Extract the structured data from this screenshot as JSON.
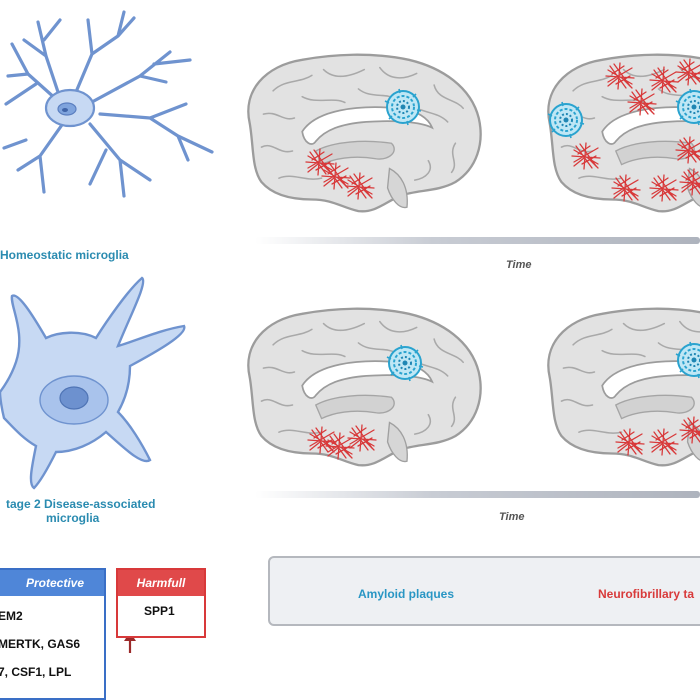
{
  "panels": {
    "top": {
      "cell_label": "Homeostatic microglia",
      "time_label": "Time"
    },
    "bottom": {
      "cell_label_line1": "tage 2 Disease-associated",
      "cell_label_line2": "microglia",
      "time_label": "Time"
    }
  },
  "protective": {
    "title": "Protective",
    "items": [
      "EM2",
      "MERTK, GAS6",
      "7, CSF1, LPL"
    ]
  },
  "harmful": {
    "title": "Harmfull",
    "items": [
      "SPP1"
    ]
  },
  "legend": {
    "amyloid": "Amyloid plaques",
    "tau": "Neurofibrillary ta"
  },
  "colors": {
    "microglia_fill": "#c7d9f3",
    "microglia_stroke": "#6f93cf",
    "brain_fill": "#e2e2e2",
    "brain_stroke": "#9c9c9c",
    "amyloid": "#2aa3cf",
    "tau": "#d8393a",
    "label_teal": "#2a8bb0"
  }
}
